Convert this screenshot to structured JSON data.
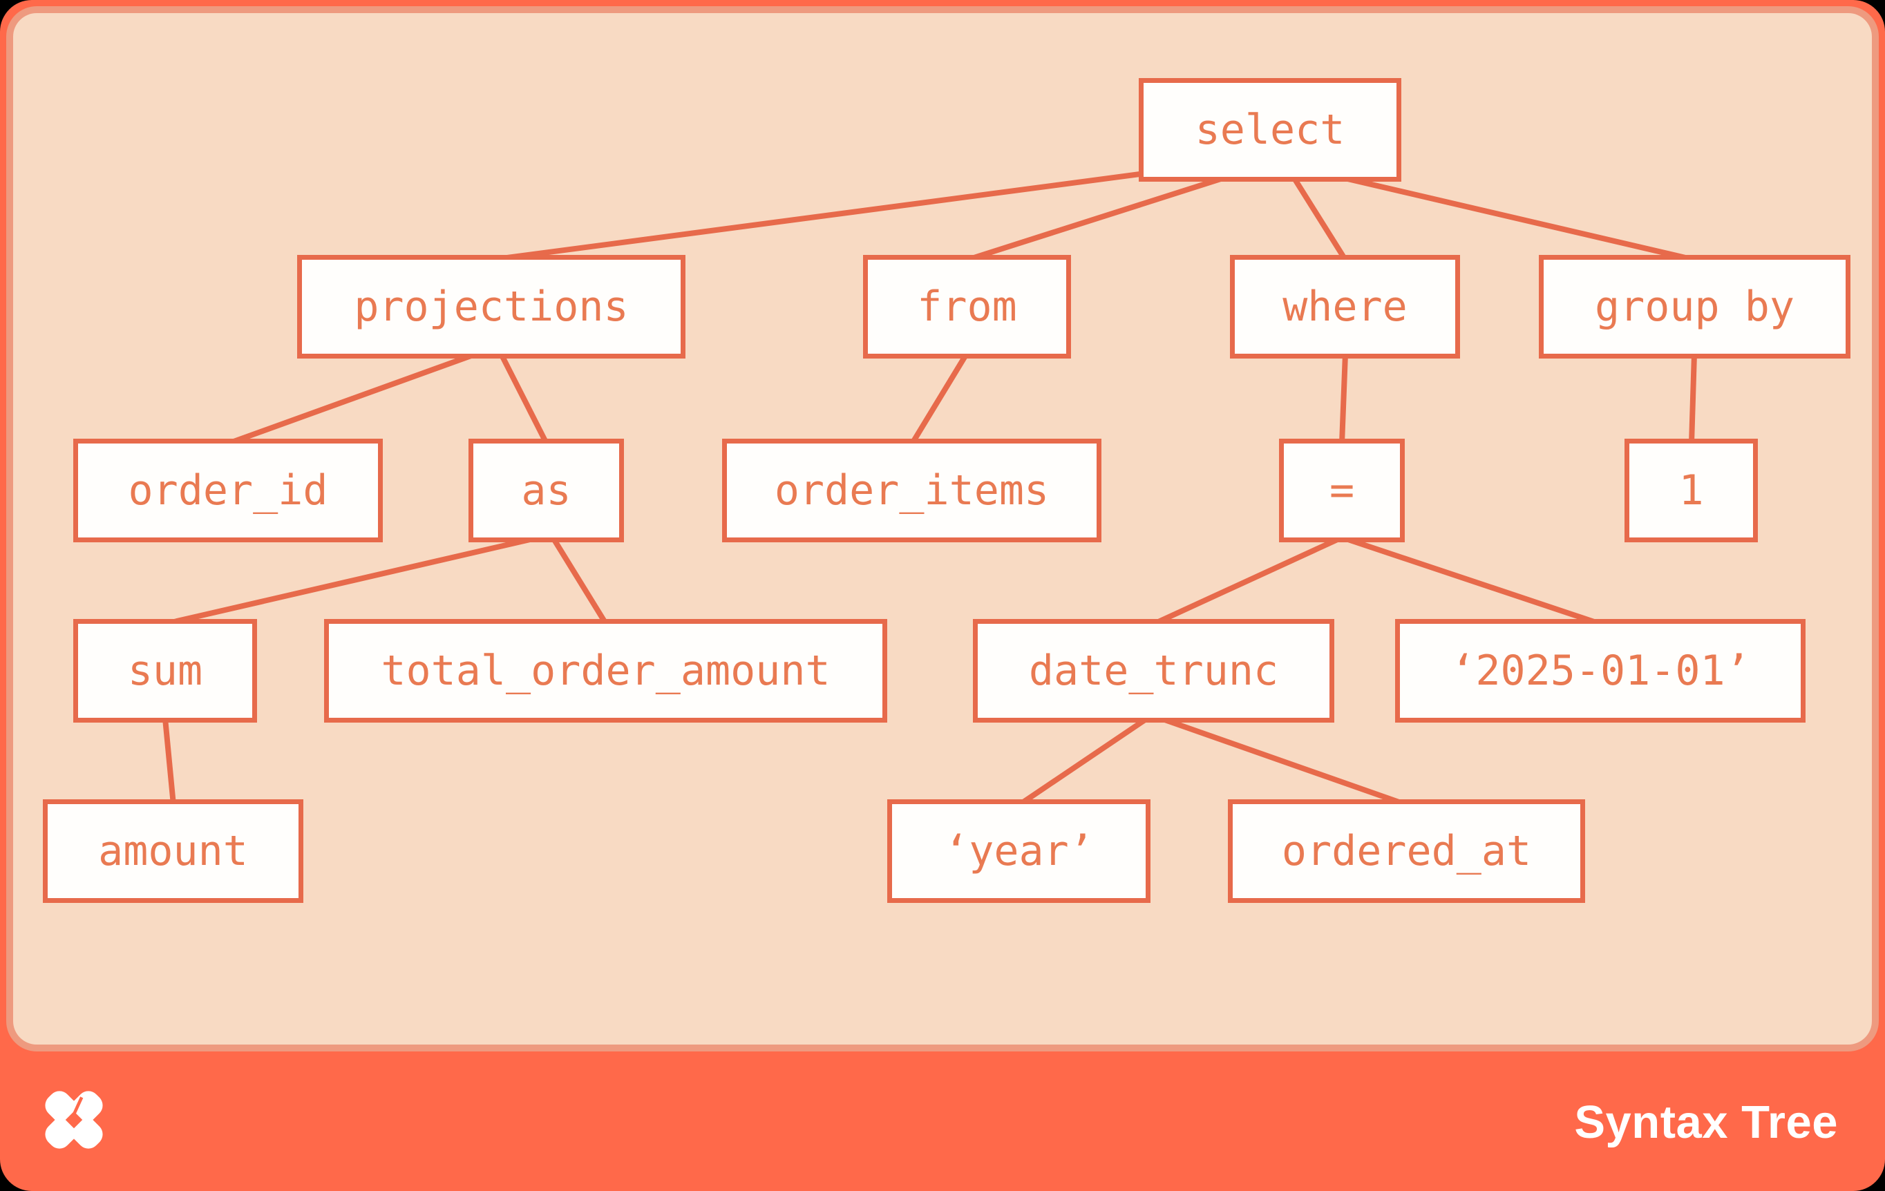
{
  "footer": {
    "brand_label": "Syntax Tree",
    "logo": "dbt-logo"
  },
  "colors": {
    "canvas_orange": "#ff694a",
    "panel_peach": "#f8dac3",
    "node_border_orange": "#e76a4b",
    "node_text_orange": "#e97a52",
    "node_fill_white": "#fffefc",
    "footer_text_white": "#ffffff"
  },
  "diagram": {
    "type": "syntax-tree",
    "root": "select",
    "nodes": {
      "select": {
        "label": "select",
        "children": [
          "projections",
          "from",
          "where",
          "group_by"
        ]
      },
      "projections": {
        "label": "projections",
        "children": [
          "order_id",
          "as"
        ]
      },
      "from": {
        "label": "from",
        "children": [
          "order_items"
        ]
      },
      "where": {
        "label": "where",
        "children": [
          "eq"
        ]
      },
      "group_by": {
        "label": "group by",
        "children": [
          "one"
        ]
      },
      "order_id": {
        "label": "order_id",
        "children": []
      },
      "as": {
        "label": "as",
        "children": [
          "sum",
          "total_order_amount"
        ]
      },
      "order_items": {
        "label": "order_items",
        "children": []
      },
      "eq": {
        "label": "=",
        "children": [
          "date_trunc",
          "date_literal"
        ]
      },
      "one": {
        "label": "1",
        "children": []
      },
      "sum": {
        "label": "sum",
        "children": [
          "amount"
        ]
      },
      "total_order_amount": {
        "label": "total_order_amount",
        "children": []
      },
      "date_trunc": {
        "label": "date_trunc",
        "children": [
          "year_literal",
          "ordered_at"
        ]
      },
      "date_literal": {
        "label": "‘2025-01-01’",
        "children": []
      },
      "amount": {
        "label": "amount",
        "children": []
      },
      "year_literal": {
        "label": "‘year’",
        "children": []
      },
      "ordered_at": {
        "label": "ordered_at",
        "children": []
      }
    }
  }
}
